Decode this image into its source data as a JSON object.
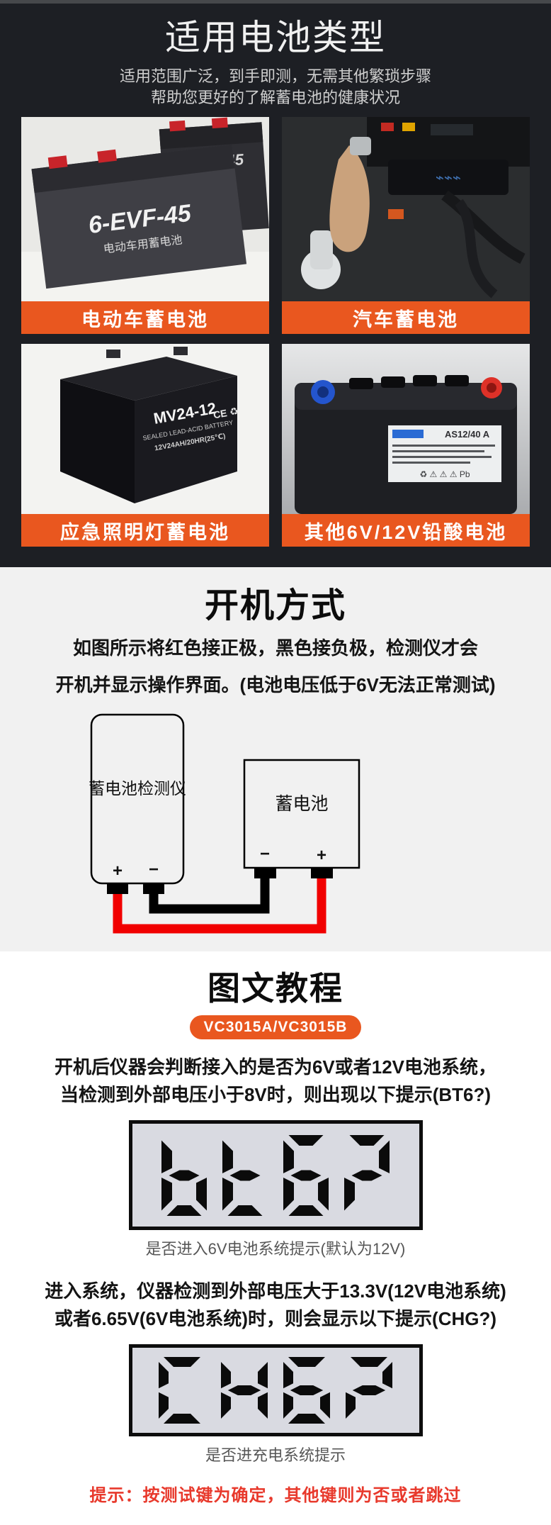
{
  "colors": {
    "accent_orange": "#e9571f",
    "dark_background": "#1d1f24",
    "gray_background": "#f1f1f1",
    "lcd_background": "#d9dae1",
    "lcd_segment": "#0b0b0b",
    "positive_wire": "#f10000",
    "negative_wire": "#000000",
    "tip_red": "#e8392c"
  },
  "battery_types": {
    "title": "适用电池类型",
    "subtitle_line1": "适用范围广泛，到手即测，无需其他繁琐步骤",
    "subtitle_line2": "帮助您更好的了解蓄电池的健康状况",
    "cards": [
      {
        "label": "电动车蓄电池",
        "photo_text1": "6-EVF-45",
        "photo_text2": "电动车用蓄电池"
      },
      {
        "label": "汽车蓄电池"
      },
      {
        "label": "应急照明灯蓄电池",
        "photo_text1": "MV24-12",
        "photo_text2": "SEALED LEAD-ACID BATTERY",
        "photo_text3": "12V24AH/20HR(25℃)"
      },
      {
        "label": "其他6V/12V铅酸电池",
        "photo_text1": "AS12/40 A"
      }
    ]
  },
  "power_on": {
    "title": "开机方式",
    "desc_line1": "如图所示将红色接正极，黑色接负极，检测仪才会",
    "desc_line2": "开机并显示操作界面。(电池电压低于6V无法正常测试)",
    "diagram": {
      "tester_label": "蓄电池检测仪",
      "battery_label": "蓄电池",
      "tester_plus": "+",
      "tester_minus": "−",
      "battery_minus": "−",
      "battery_plus": "+"
    }
  },
  "tutorial": {
    "title": "图文教程",
    "model_badge": "VC3015A/VC3015B",
    "step1_line1": "开机后仪器会判断接入的是否为6V或者12V电池系统，",
    "step1_line2": "当检测到外部电压小于8V时，则出现以下提示(BT6?)",
    "lcd1_text": "bt6?",
    "lcd1_caption": "是否进入6V电池系统提示(默认为12V)",
    "step2_line1": "进入系统，仪器检测到外部电压大于13.3V(12V电池系统)",
    "step2_line2": "或者6.65V(6V电池系统)时，则会显示以下提示(CHG?)",
    "lcd2_text": "CHG?",
    "lcd2_caption": "是否进充电系统提示",
    "tip": "提示：按测试键为确定，其他键则为否或者跳过"
  }
}
